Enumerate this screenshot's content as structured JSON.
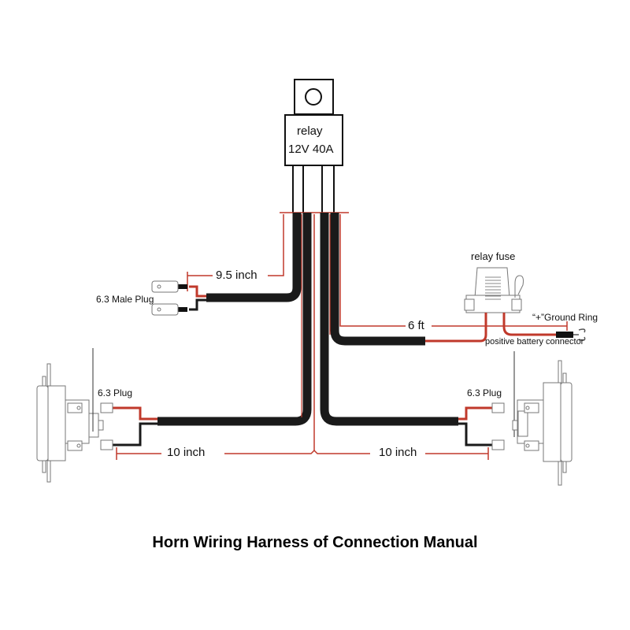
{
  "title": "Horn Wiring Harness of Connection Manual",
  "relay": {
    "name": "relay",
    "rating": "12V 40A"
  },
  "fuse": {
    "label": "relay fuse"
  },
  "labels": {
    "male_plug": "6.3 Male Plug",
    "plug_left": "6.3 Plug",
    "plug_right": "6.3 Plug",
    "ground_ring": "“+”Ground Ring",
    "battery_connector": "positive battery connector"
  },
  "dimensions": {
    "relay_to_male_plug": "9.5 inch",
    "relay_to_battery": "6 ft",
    "left_horn": "10 inch",
    "right_horn": "10 inch"
  },
  "colors": {
    "wire": "#1a1a1a",
    "red": "#c0392b",
    "outline": "#777777"
  }
}
